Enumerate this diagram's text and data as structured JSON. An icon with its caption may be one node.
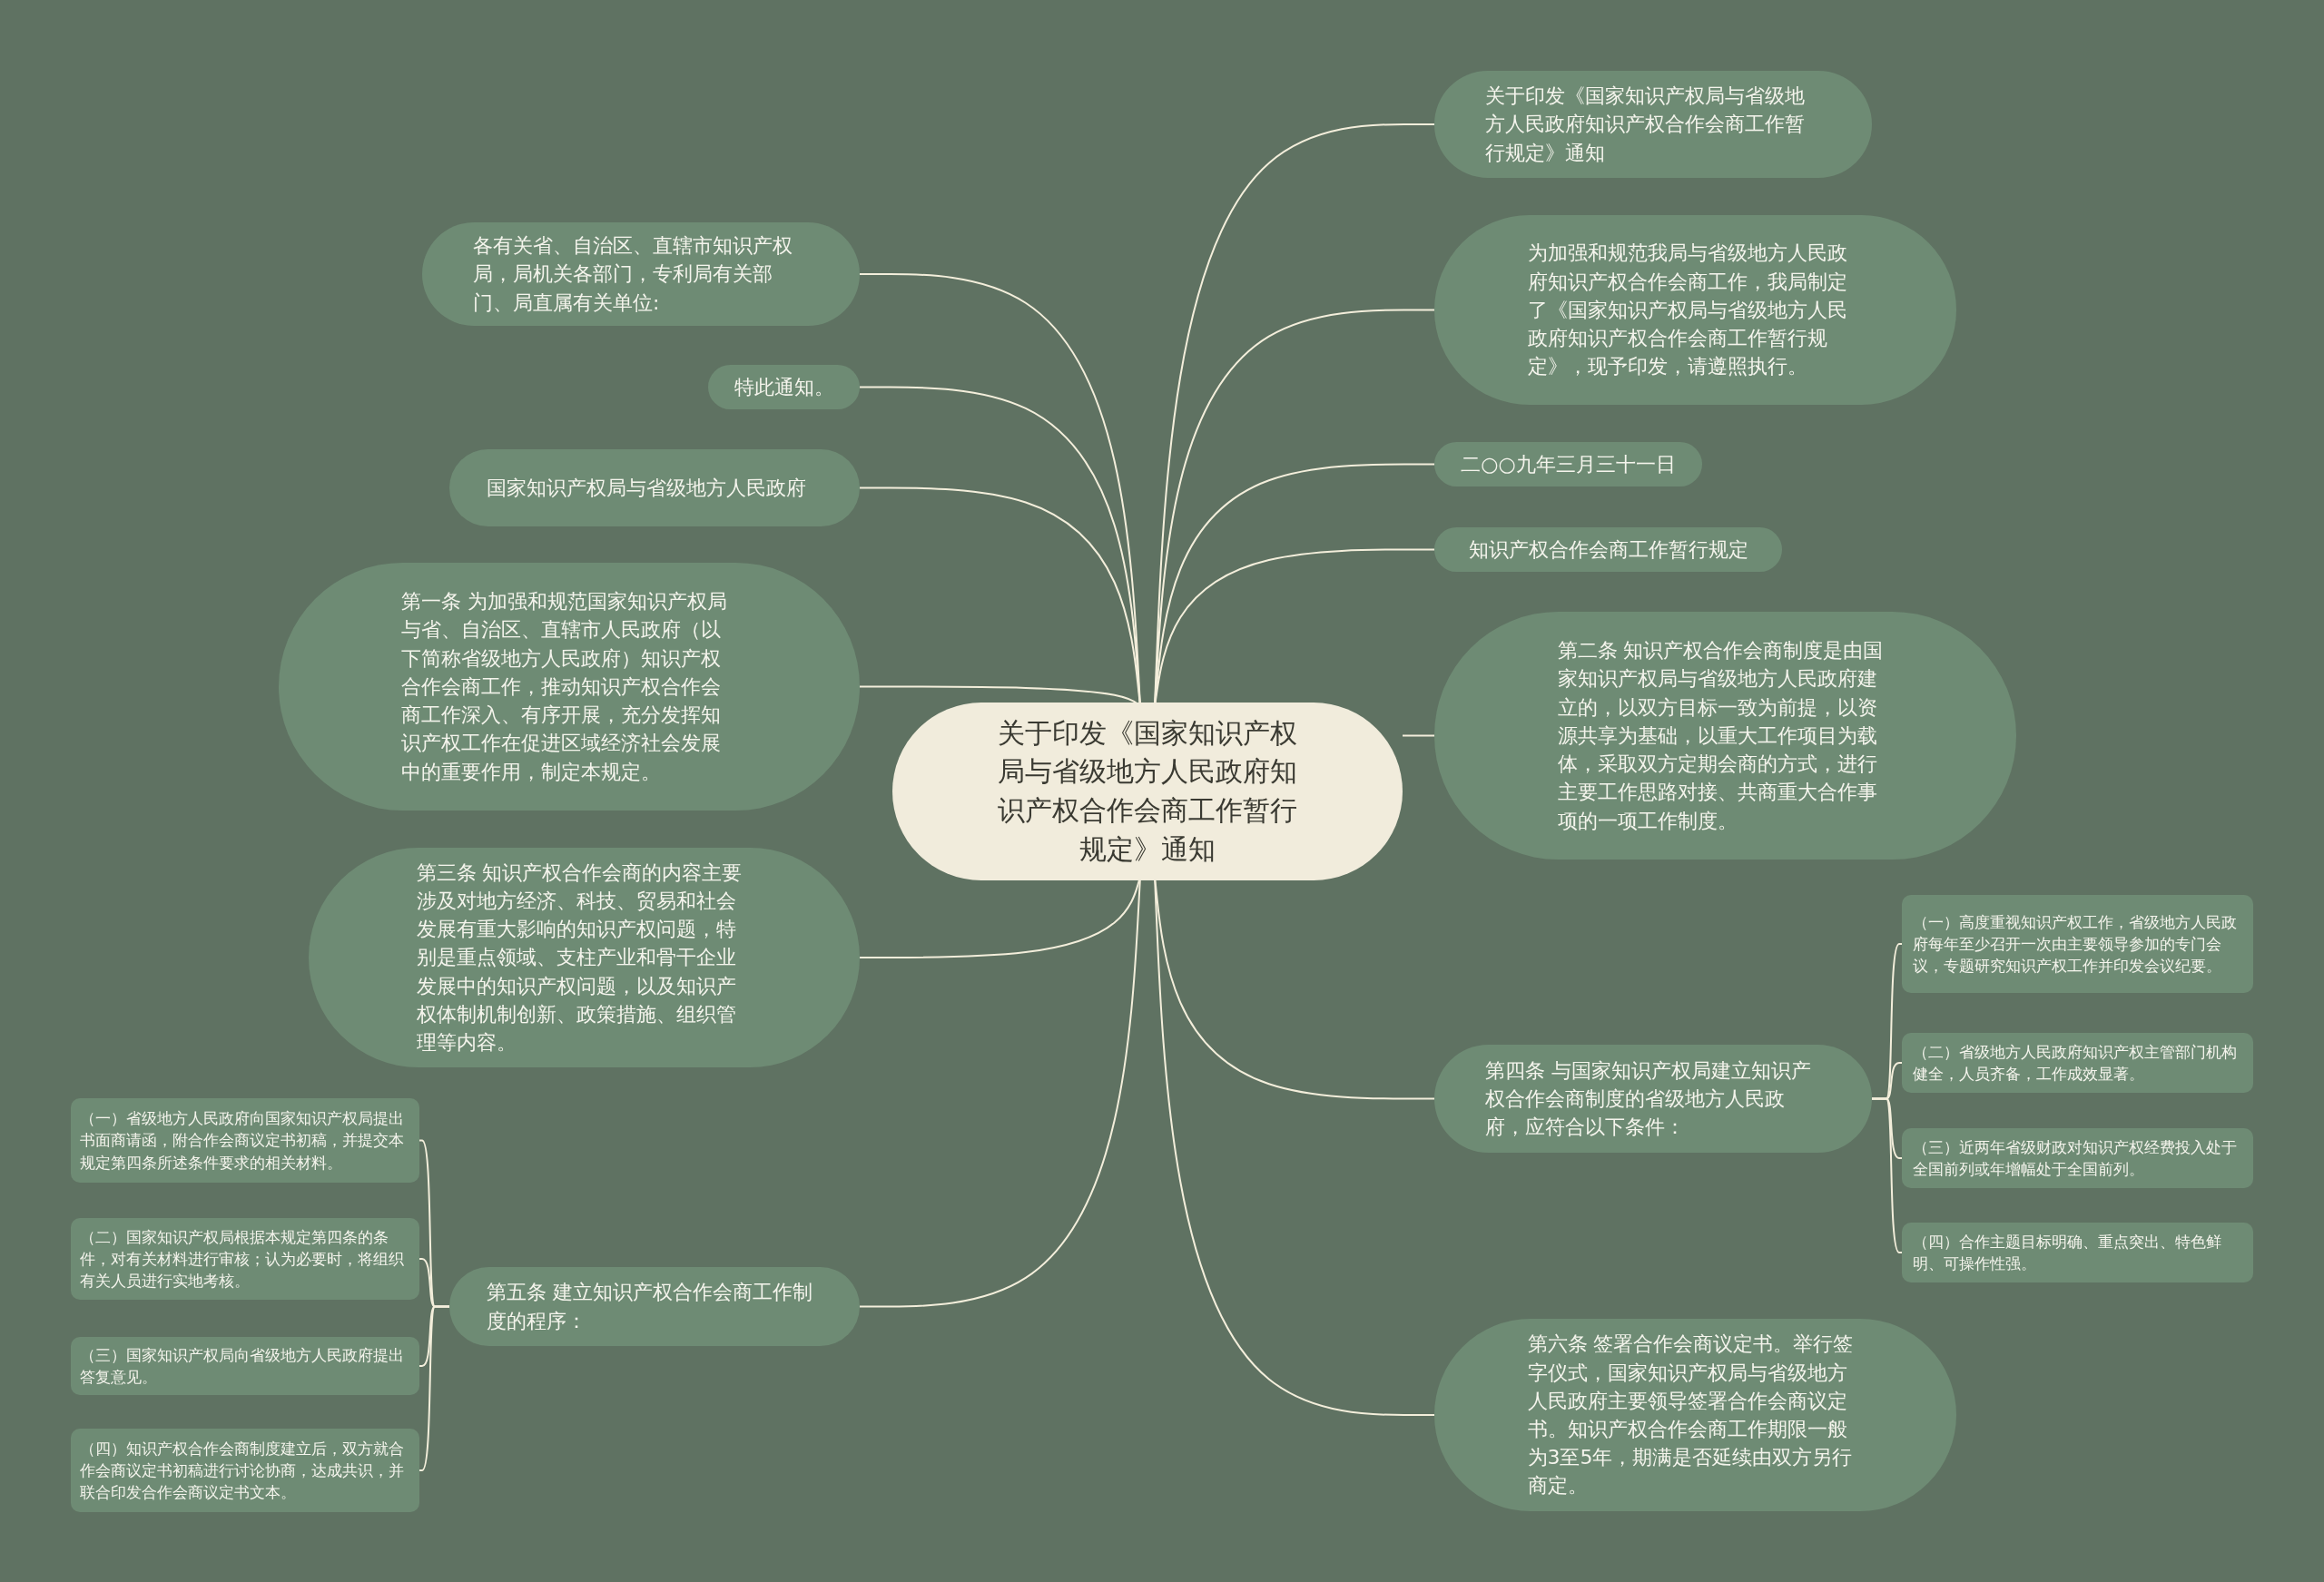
{
  "diagram": {
    "nodes": [
      {
        "text": [
          "关于印发《国家知识产权局与省级地方人民政府知识产权合作会商工作暂行规定》通知"
        ]
      },
      {
        "text": [
          "关于印发《国家知识产权局与省级地方人民政府知识产权合作会商工作暂行规定》通知"
        ]
      },
      {
        "text": [
          "为加强和规范我局与省级地方人民政府知识产权合作会商工作，我局制定了《国家知识产权局与省级地方人民政府知识产权合作会商工作暂行规定》，现予印发，请遵照执行。"
        ]
      },
      {
        "text": [
          "二○○九年三月三十一日"
        ]
      },
      {
        "text": [
          "知识产权合作会商工作暂行规定"
        ]
      },
      {
        "text": [
          "第二条  知识产权合作会商制度是由国家知识产权局与省级地方人民政府建立的，以双方目标一致为前提，以资源共享为基础，以重大工作项目为载体，采取双方定期会商的方式，进行主要工作思路对接、共商重大合作事项的一项工作制度。"
        ]
      },
      {
        "text": [
          "第四条  与国家知识产权局建立知识产权合作会商制度的省级地方人民政府，应符合以下条件："
        ]
      },
      {
        "text": [
          "（一）高度重视知识产权工作，省级地方人民政府每年至少召开一次由主要领导参加的专门会议，专题研究知识产权工作并印发会议纪要。"
        ]
      },
      {
        "text": [
          "（二）省级地方人民政府知识产权主管部门机构健全，人员齐备，工作成效显著。"
        ]
      },
      {
        "text": [
          "（三）近两年省级财政对知识产权经费投入处于全国前列或年增幅处于全国前列。"
        ]
      },
      {
        "text": [
          "（四）合作主题目标明确、重点突出、特色鲜明、可操作性强。"
        ]
      },
      {
        "text": [
          "第六条  签署合作会商议定书。举行签字仪式，国家知识产权局与省级地方人民政府主要领导签署合作会商议定书。知识产权合作会商工作期限一般为3至5年，期满是否延续由双方另行商定。"
        ]
      },
      {
        "text": [
          "各有关省、自治区、直辖市知识产权局，局机关各部门，专利局有关部门、局直属有关单位:"
        ]
      },
      {
        "text": [
          "特此通知。"
        ]
      },
      {
        "text": [
          "国家知识产权局与省级地方人民政府"
        ]
      },
      {
        "text": [
          "第一条  为加强和规范国家知识产权局与省、自治区、直辖市人民政府（以下简称省级地方人民政府）知识产权合作会商工作，推动知识产权合作会商工作深入、有序开展，充分发挥知识产权工作在促进区域经济社会发展中的重要作用，制定本规定。"
        ]
      },
      {
        "text": [
          "第三条  知识产权合作会商的内容主要涉及对地方经济、科技、贸易和社会发展有重大影响的知识产权问题，特别是重点领域、支柱产业和骨干企业发展中的知识产权问题，以及知识产权体制机制创新、政策措施、组织管理等内容。"
        ]
      },
      {
        "text": [
          "第五条  建立知识产权合作会商工作制度的程序："
        ]
      },
      {
        "text": [
          "（一）省级地方人民政府向国家知识产权局提出书面商请函，附合作会商议定书初稿，并提交本规定第四条所述条件要求的相关材料。"
        ]
      },
      {
        "text": [
          "（二）国家知识产权局根据本规定第四条的条件，对有关材料进行审核；认为必要时，将组织有关人员进行实地考核。"
        ]
      },
      {
        "text": [
          "（三）国家知识产权局向省级地方人民政府提出答复意见。"
        ]
      },
      {
        "text": [
          "（四）知识产权合作会商制度建立后，双方就合作会商议定书初稿进行讨论协商，达成共识，并联合印发合作会商议定书文本。"
        ]
      }
    ],
    "edges": [
      {
        "from": 0,
        "to": 1,
        "arrow": "none"
      },
      {
        "from": 0,
        "to": 2,
        "arrow": "none"
      },
      {
        "from": 0,
        "to": 3,
        "arrow": "none"
      },
      {
        "from": 0,
        "to": 4,
        "arrow": "none"
      },
      {
        "from": 0,
        "to": 5,
        "arrow": "none"
      },
      {
        "from": 0,
        "to": 6,
        "arrow": "none"
      },
      {
        "from": 6,
        "to": 7,
        "arrow": "none"
      },
      {
        "from": 6,
        "to": 8,
        "arrow": "none"
      },
      {
        "from": 6,
        "to": 9,
        "arrow": "none"
      },
      {
        "from": 6,
        "to": 10,
        "arrow": "none"
      },
      {
        "from": 0,
        "to": 11,
        "arrow": "none"
      },
      {
        "from": 0,
        "to": 12,
        "arrow": "none"
      },
      {
        "from": 0,
        "to": 13,
        "arrow": "none"
      },
      {
        "from": 0,
        "to": 14,
        "arrow": "none"
      },
      {
        "from": 0,
        "to": 15,
        "arrow": "none"
      },
      {
        "from": 0,
        "to": 16,
        "arrow": "none"
      },
      {
        "from": 0,
        "to": 17,
        "arrow": "none"
      },
      {
        "from": 17,
        "to": 18,
        "arrow": "none"
      },
      {
        "from": 17,
        "to": 19,
        "arrow": "none"
      },
      {
        "from": 17,
        "to": 20,
        "arrow": "none"
      },
      {
        "from": 17,
        "to": 21,
        "arrow": "none"
      }
    ]
  }
}
